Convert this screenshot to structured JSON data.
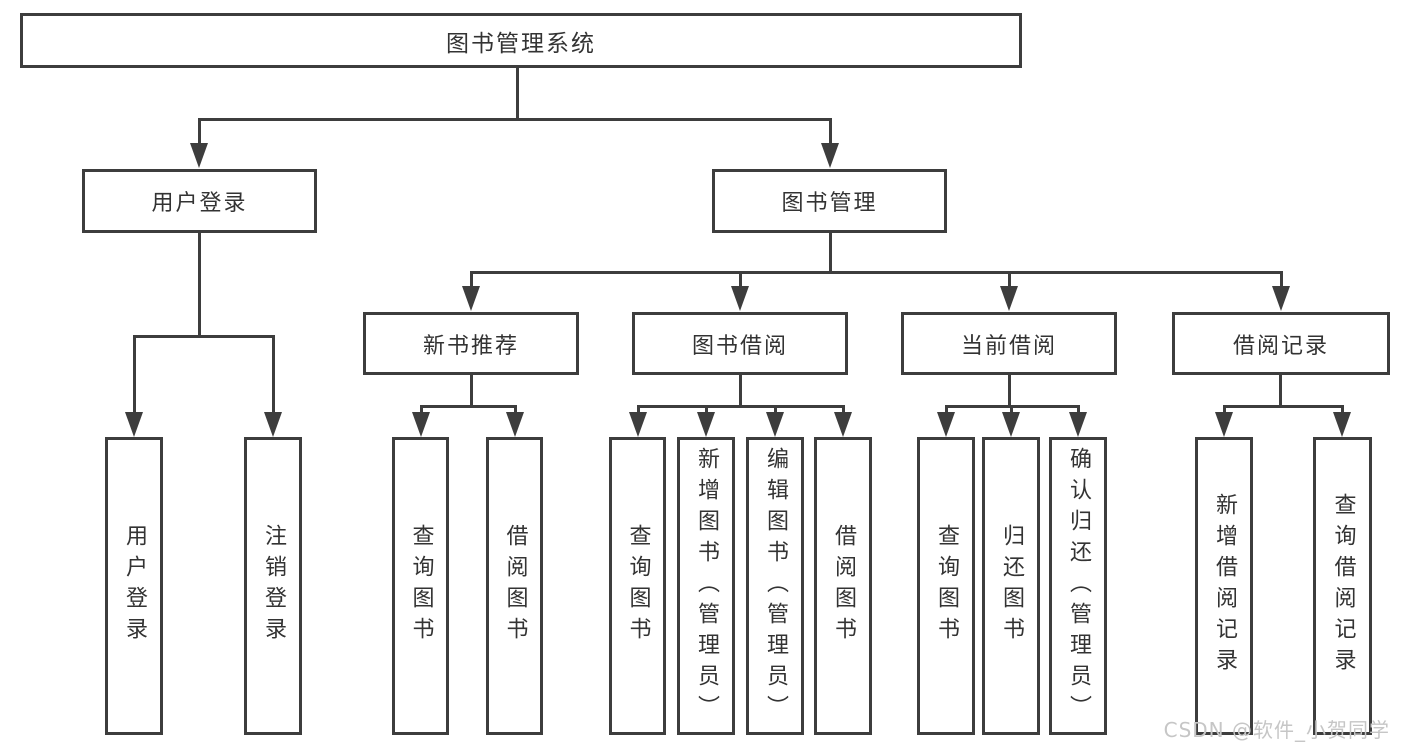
{
  "diagram": {
    "type": "tree-diagram",
    "watermark": "CSDN @软件_小贺同学",
    "colors": {
      "line": "#3d3d3d",
      "text": "#333333",
      "watermark": "#c6c6c6",
      "background": "#ffffff"
    },
    "tree": {
      "root": "图书管理系统",
      "branches": [
        {
          "label": "用户登录",
          "children": [
            "用户登录",
            "注销登录"
          ]
        },
        {
          "label": "图书管理",
          "children_groups": [
            {
              "label": "新书推荐",
              "children": [
                "查询图书",
                "借阅图书"
              ]
            },
            {
              "label": "图书借阅",
              "children": [
                "查询图书",
                "新增图书（管理员）",
                "编辑图书（管理员）",
                "借阅图书"
              ]
            },
            {
              "label": "当前借阅",
              "children": [
                "查询图书",
                "归还图书",
                "确认归还（管理员）"
              ]
            },
            {
              "label": "借阅记录",
              "children": [
                "新增借阅记录",
                "查询借阅记录"
              ]
            }
          ]
        }
      ]
    }
  }
}
